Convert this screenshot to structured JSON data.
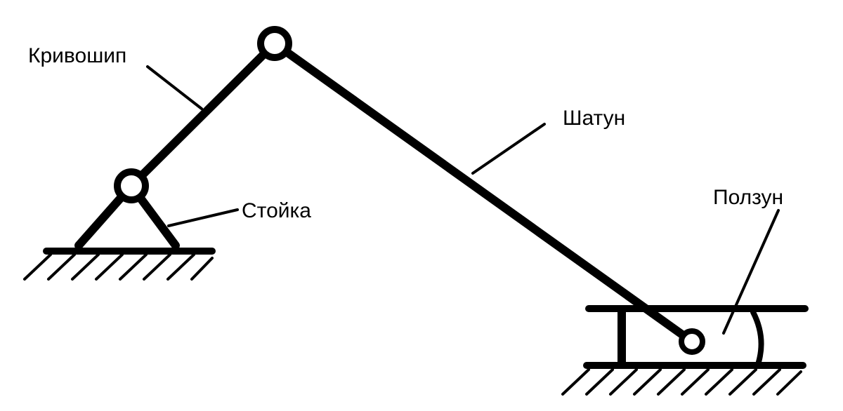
{
  "labels": {
    "crank": "Кривошип",
    "connecting_rod": "Шатун",
    "frame": "Стойка",
    "slider": "Ползун"
  },
  "colors": {
    "ink": "#000000",
    "background": "#ffffff"
  }
}
